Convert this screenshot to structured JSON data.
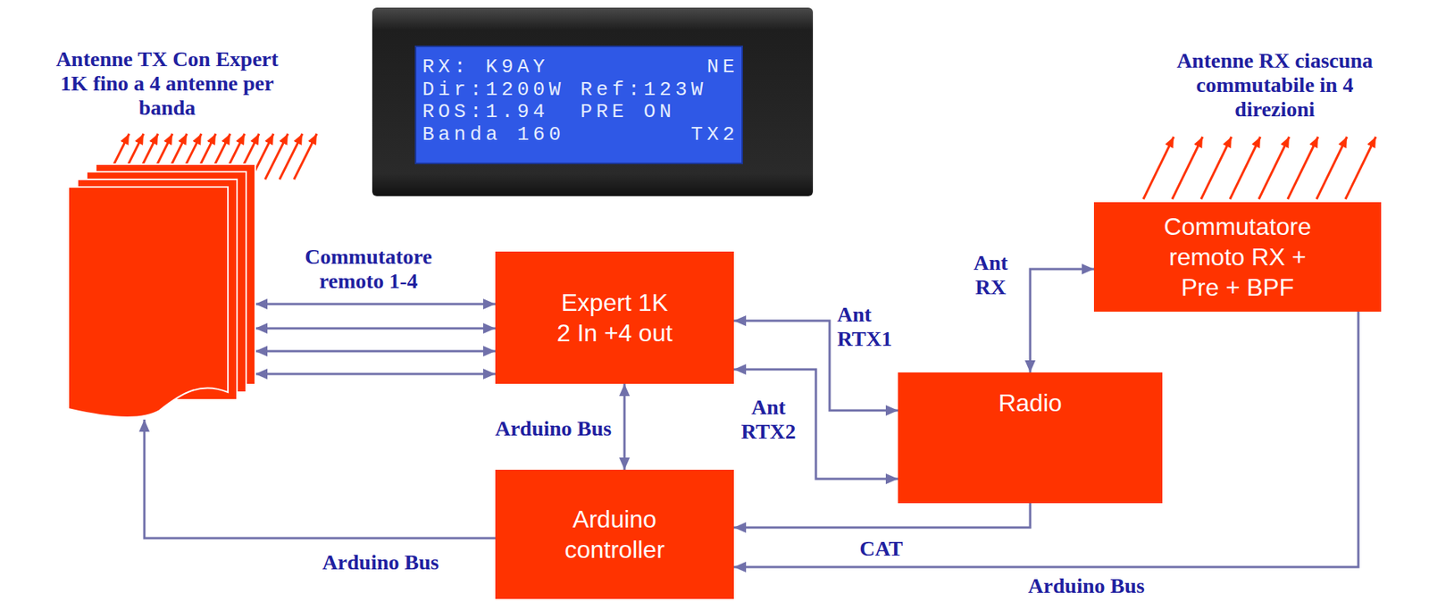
{
  "diagram": {
    "nodes": [
      {
        "text": [
          "RX: K9AY",
          "NE",
          "Dir:1200W Ref:123W",
          "ROS:1.94",
          "PRE ON",
          "Banda 160",
          "TX2"
        ]
      },
      {
        "text": [
          "Antenne TX Con Expert 1K fino a 4 antenne per banda"
        ]
      },
      {
        "text": [
          "Expert 1K",
          "2 In +4 out"
        ]
      },
      {
        "text": [
          "Commutatore remoto RX + Pre + BPF"
        ]
      },
      {
        "text": [
          "Radio"
        ]
      },
      {
        "text": [
          "Arduino controller"
        ]
      }
    ],
    "edges": [
      {
        "from": 1,
        "to": 2,
        "arrow": "both"
      },
      {
        "from": 1,
        "to": 2,
        "arrow": "both"
      },
      {
        "from": 1,
        "to": 2,
        "arrow": "both"
      },
      {
        "from": 1,
        "to": 2,
        "arrow": "both"
      },
      {
        "from": 2,
        "to": 5,
        "arrow": "both"
      },
      {
        "from": 2,
        "to": 4,
        "arrow": "both"
      },
      {
        "from": 2,
        "to": 4,
        "arrow": "both"
      },
      {
        "from": 4,
        "to": 3,
        "arrow": "both"
      },
      {
        "from": 4,
        "to": 5,
        "arrow": "to"
      },
      {
        "from": 3,
        "to": 5,
        "arrow": "to"
      },
      {
        "from": 5,
        "to": 1,
        "arrow": "to"
      }
    ],
    "labels": [
      "Antenne RX ciascuna commutabile in 4 direzioni",
      "Commutatore remoto 1-4",
      "Arduino Bus",
      "Ant RTX1",
      "Ant RTX2",
      "Ant RX",
      "Arduino Bus",
      "CAT",
      "Arduino Bus"
    ]
  }
}
